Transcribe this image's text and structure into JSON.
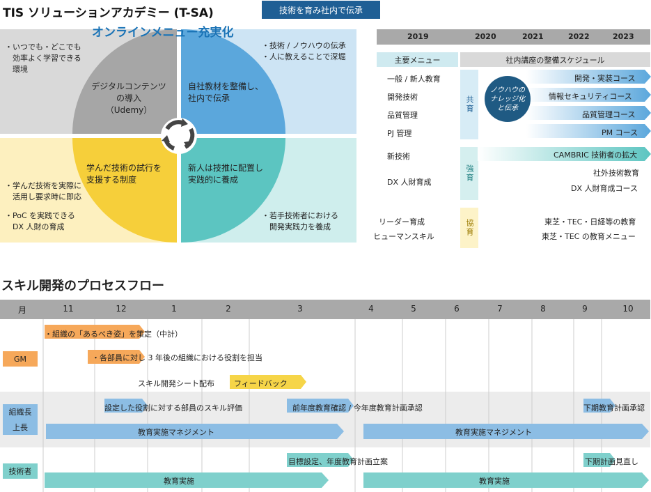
{
  "header": {
    "title": "TIS ソリューションアカデミー (T-SA)",
    "badge": "技術を育み社内で伝承"
  },
  "cycle": {
    "online_label": "オンラインメニュー充実化",
    "tl_main": "デジタルコンテンツ\nの導入\n（Udemy）",
    "tl_bullets": "・いつでも・どこでも\n　効率よく学習できる\n　環境",
    "tr_main": "自社教材を整備し、\n社内で伝承",
    "tr_bullets": "・技術 / ノウハウの伝承\n・人に教えることで深堀",
    "bl_main": "学んだ技術の試行を\n支援する制度",
    "bl_bullet1": "・学んだ技術を実際に\n　活用し要求時に即応",
    "bl_bullet2": "・PoC を実践できる\n　DX 人財の育成",
    "br_main": "新人は技推に配置し\n実践的に養成",
    "br_bullets": "・若手技術者における\n　開発実践力を養成",
    "colors": {
      "gray": "#a6a6a6",
      "blue": "#5ba7dc",
      "yellow": "#f6cf3a",
      "teal": "#5cc5c1"
    }
  },
  "schedule": {
    "years": [
      "2019",
      "2020",
      "2021",
      "2022",
      "2023"
    ],
    "category_header": "主要メニュー",
    "plan_header": "社内講座の整備スケジュール",
    "categories": [
      "一般 / 新人教育",
      "開発技術",
      "品質管理",
      "PJ 管理",
      "新技術",
      "DX 人財育成",
      "リーダー育成",
      "ヒューマンスキル"
    ],
    "group_shared": "共育",
    "group_strong": "強育",
    "group_coop": "協育",
    "knowhow": "ノウハウの\nナレッジ化\nと伝承",
    "courses": [
      "開発・実装コース",
      "情報セキュリティコース",
      "品質管理コース",
      "PM コース"
    ],
    "cambric": "CAMBRIC 技術者の拡大",
    "external": "社外技術教育",
    "dx_course": "DX 人財育成コース",
    "toshiba1": "東芝・TEC・日経等の教育",
    "toshiba2": "東芝・TEC の教育メニュー"
  },
  "process": {
    "title": "スキル開発のプロセスフロー",
    "month_label": "月",
    "months": [
      "11",
      "12",
      "1",
      "2",
      "3",
      "4",
      "5",
      "6",
      "7",
      "8",
      "9",
      "10"
    ],
    "roles": {
      "gm": "GM",
      "manager1": "組織長",
      "manager2": "上長",
      "engineer": "技術者"
    },
    "gm_item1": "・組織の「あるべき姿」を策定（中計）",
    "gm_item2": "・各部員に対し 3 年後の組織における役割を担当",
    "sheet_label": "スキル開発シート配布",
    "feedback": "フィードバック",
    "eval": "設定した役割に対する部員のスキル評価",
    "approve": "前年度教育確認 / 今年度教育計画承認",
    "second_approve": "下期教育計画承認",
    "mgmt": "教育実施マネジメント",
    "goal": "目標設定、年度教育計画立案",
    "review": "下期計画見直し",
    "exec": "教育実施"
  }
}
